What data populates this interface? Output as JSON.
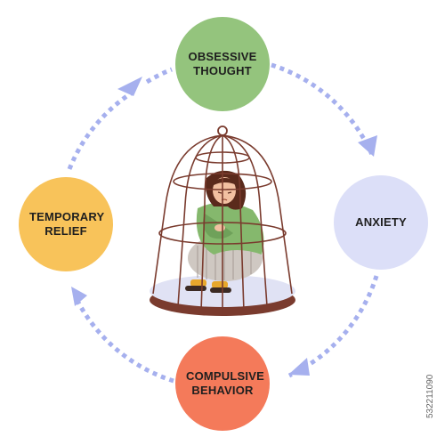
{
  "nodes": [
    {
      "id": "top",
      "label": "OBSESSIVE THOUGHT",
      "color": "#94c47d"
    },
    {
      "id": "right",
      "label": "ANXIETY",
      "color": "#dcdff8"
    },
    {
      "id": "bottom",
      "label": "COMPULSIVE BEHAVIOR",
      "color": "#f47a5a"
    },
    {
      "id": "left",
      "label": "TEMPORARY RELIEF",
      "color": "#f8c35a"
    }
  ],
  "colors": {
    "arrow": "#a6b0ee",
    "cage": "#7a3b2e",
    "cage_base": "#e0e2f4",
    "sweater": "#85b86d",
    "pants": "#cfc8c2",
    "hair": "#5a2a1c",
    "skin": "#f2c0a1",
    "shoes": "#e7a72c"
  },
  "stock_id": "532211090"
}
